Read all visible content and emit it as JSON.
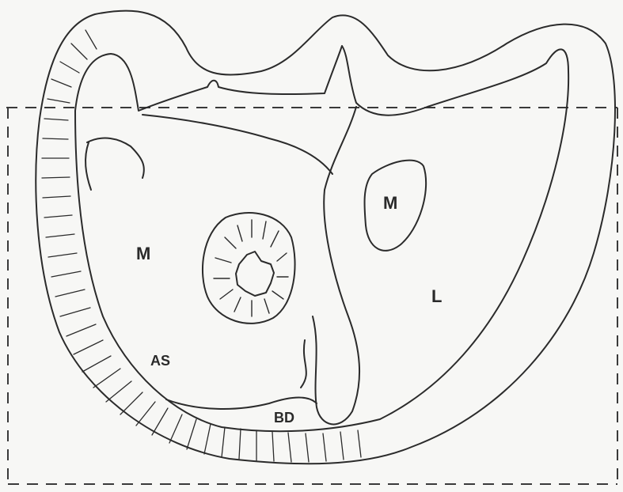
{
  "labels": {
    "m_left": "M",
    "m_right": "M",
    "l": "L",
    "as": "AS",
    "bd": "BD"
  },
  "colors": {
    "ink": "#2b2b2b",
    "paper": "#f7f7f5",
    "dash": "#3a3a3a"
  }
}
